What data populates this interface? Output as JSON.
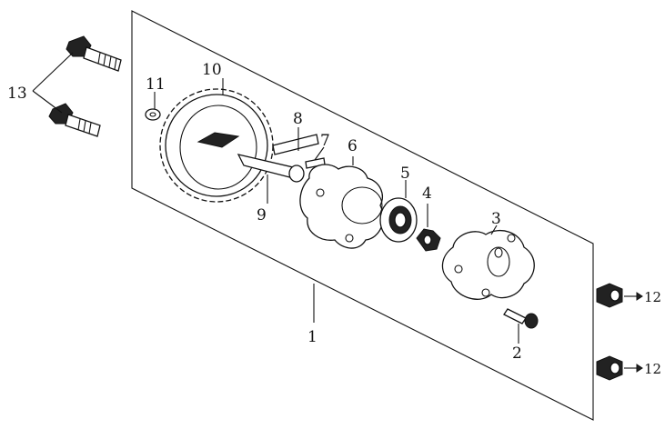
{
  "labels": {
    "p1": "1",
    "p2": "2",
    "p3": "3",
    "p4": "4",
    "p5": "5",
    "p6": "6",
    "p7": "7",
    "p8": "8",
    "p9": "9",
    "p10": "10",
    "p11": "11",
    "p12a": "12",
    "p12b": "12",
    "p13": "13"
  }
}
